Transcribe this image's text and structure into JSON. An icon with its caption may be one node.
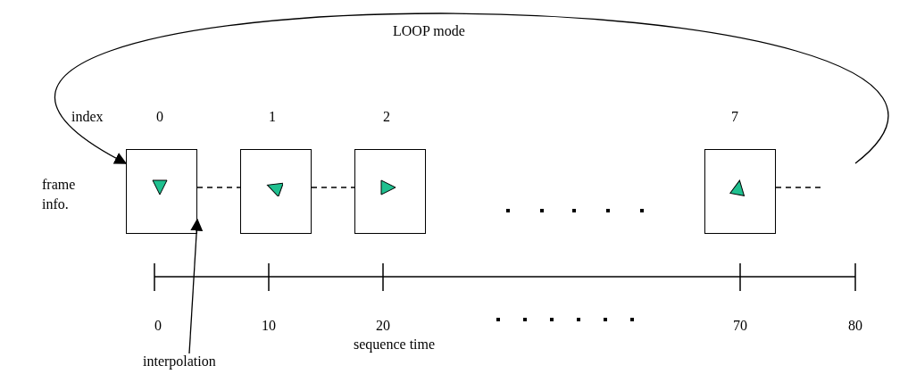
{
  "diagram": {
    "nodes": [
      {
        "text": [],
        "shape": "box",
        "beside": [
          "0"
        ]
      },
      {
        "text": [],
        "shape": "box",
        "beside": [
          "1"
        ]
      },
      {
        "text": [],
        "shape": "box",
        "beside": [
          "2"
        ]
      },
      {
        "text": [],
        "shape": "box",
        "beside": [
          "7"
        ]
      },
      {
        "text": [
          "interpolation"
        ]
      }
    ],
    "edges": [
      {
        "from": 0,
        "to": 1,
        "arrow": "none",
        "style": "dashed"
      },
      {
        "from": 1,
        "to": 2,
        "arrow": "none",
        "style": "dashed"
      },
      {
        "from": 3,
        "to": null,
        "arrow": "none",
        "style": "dashed"
      },
      {
        "from": null,
        "to": 0,
        "arrow": "to",
        "label": "LOOP mode"
      },
      {
        "from": 4,
        "to": 0,
        "arrow": "to"
      }
    ],
    "labels": [
      "index",
      "frame info.",
      "0",
      "10",
      "20",
      "70",
      "80",
      "sequence time"
    ]
  }
}
